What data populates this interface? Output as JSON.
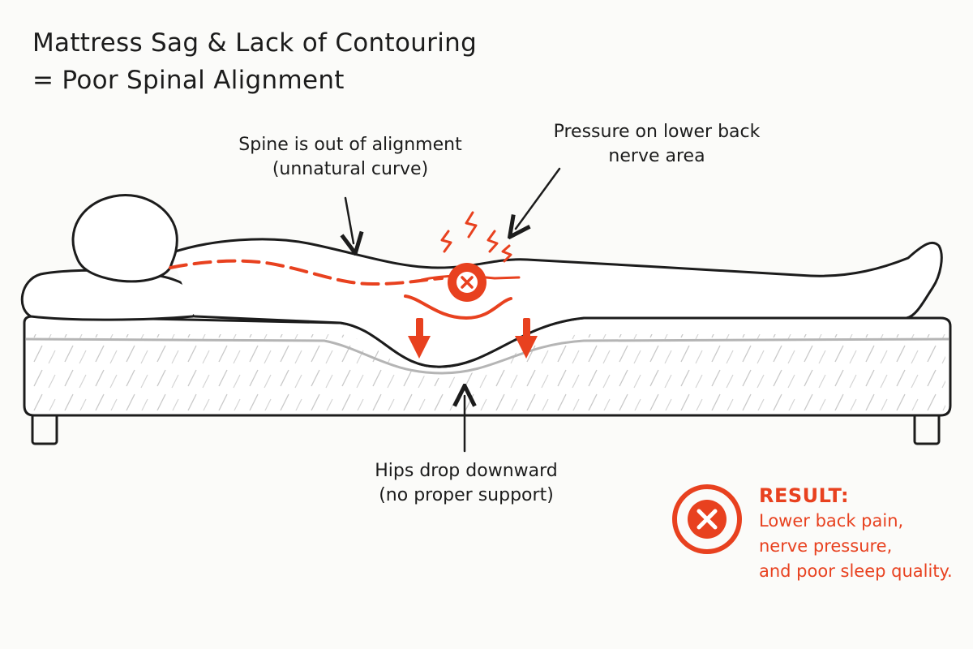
{
  "title": {
    "line1": "Mattress Sag & Lack of Contouring",
    "line2": "= Poor Spinal Alignment"
  },
  "annotations": {
    "spine": {
      "line1": "Spine is out of alignment",
      "line2": "(unnatural curve)"
    },
    "pressure": {
      "line1": "Pressure on lower back",
      "line2": "nerve area"
    },
    "hips": {
      "line1": "Hips drop downward",
      "line2": "(no proper support)"
    }
  },
  "result": {
    "heading": "RESULT:",
    "line1": "Lower back pain,",
    "line2": "nerve pressure,",
    "line3": "and poor sleep quality."
  },
  "colors": {
    "ink": "#1c1c1c",
    "accent": "#e8411f",
    "background": "#fbfbf9"
  },
  "icons": {
    "pain_marker": "x-circle-icon",
    "result_marker": "x-circle-icon"
  }
}
